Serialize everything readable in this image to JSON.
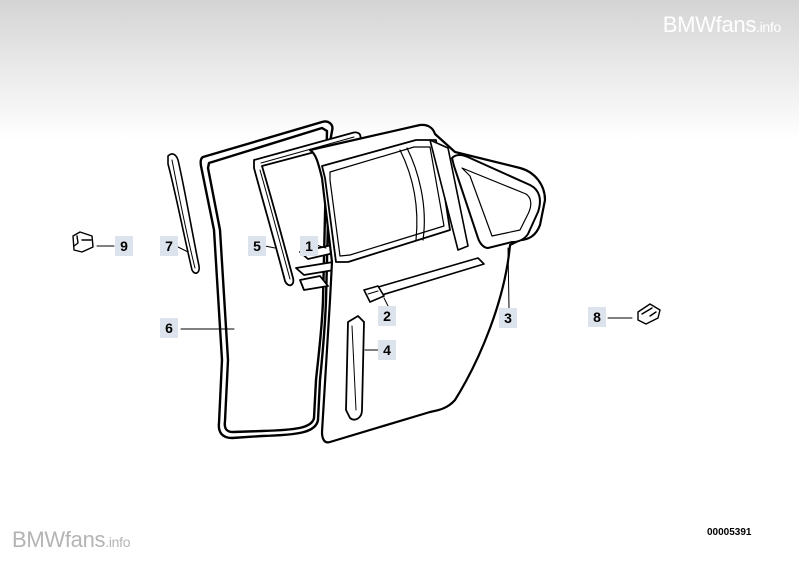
{
  "watermark": {
    "top_brand": "BMWfans",
    "top_suffix": ".info",
    "bottom_brand": "BMWfans",
    "bottom_suffix": ".info"
  },
  "diagram_id": "00005391",
  "callouts": {
    "c1": "1",
    "c2": "2",
    "c3": "3",
    "c4": "4",
    "c5": "5",
    "c6": "6",
    "c7": "7",
    "c8": "8",
    "c9": "9"
  },
  "colors": {
    "line": "#000000",
    "callout_bg": "#dde3ec"
  }
}
